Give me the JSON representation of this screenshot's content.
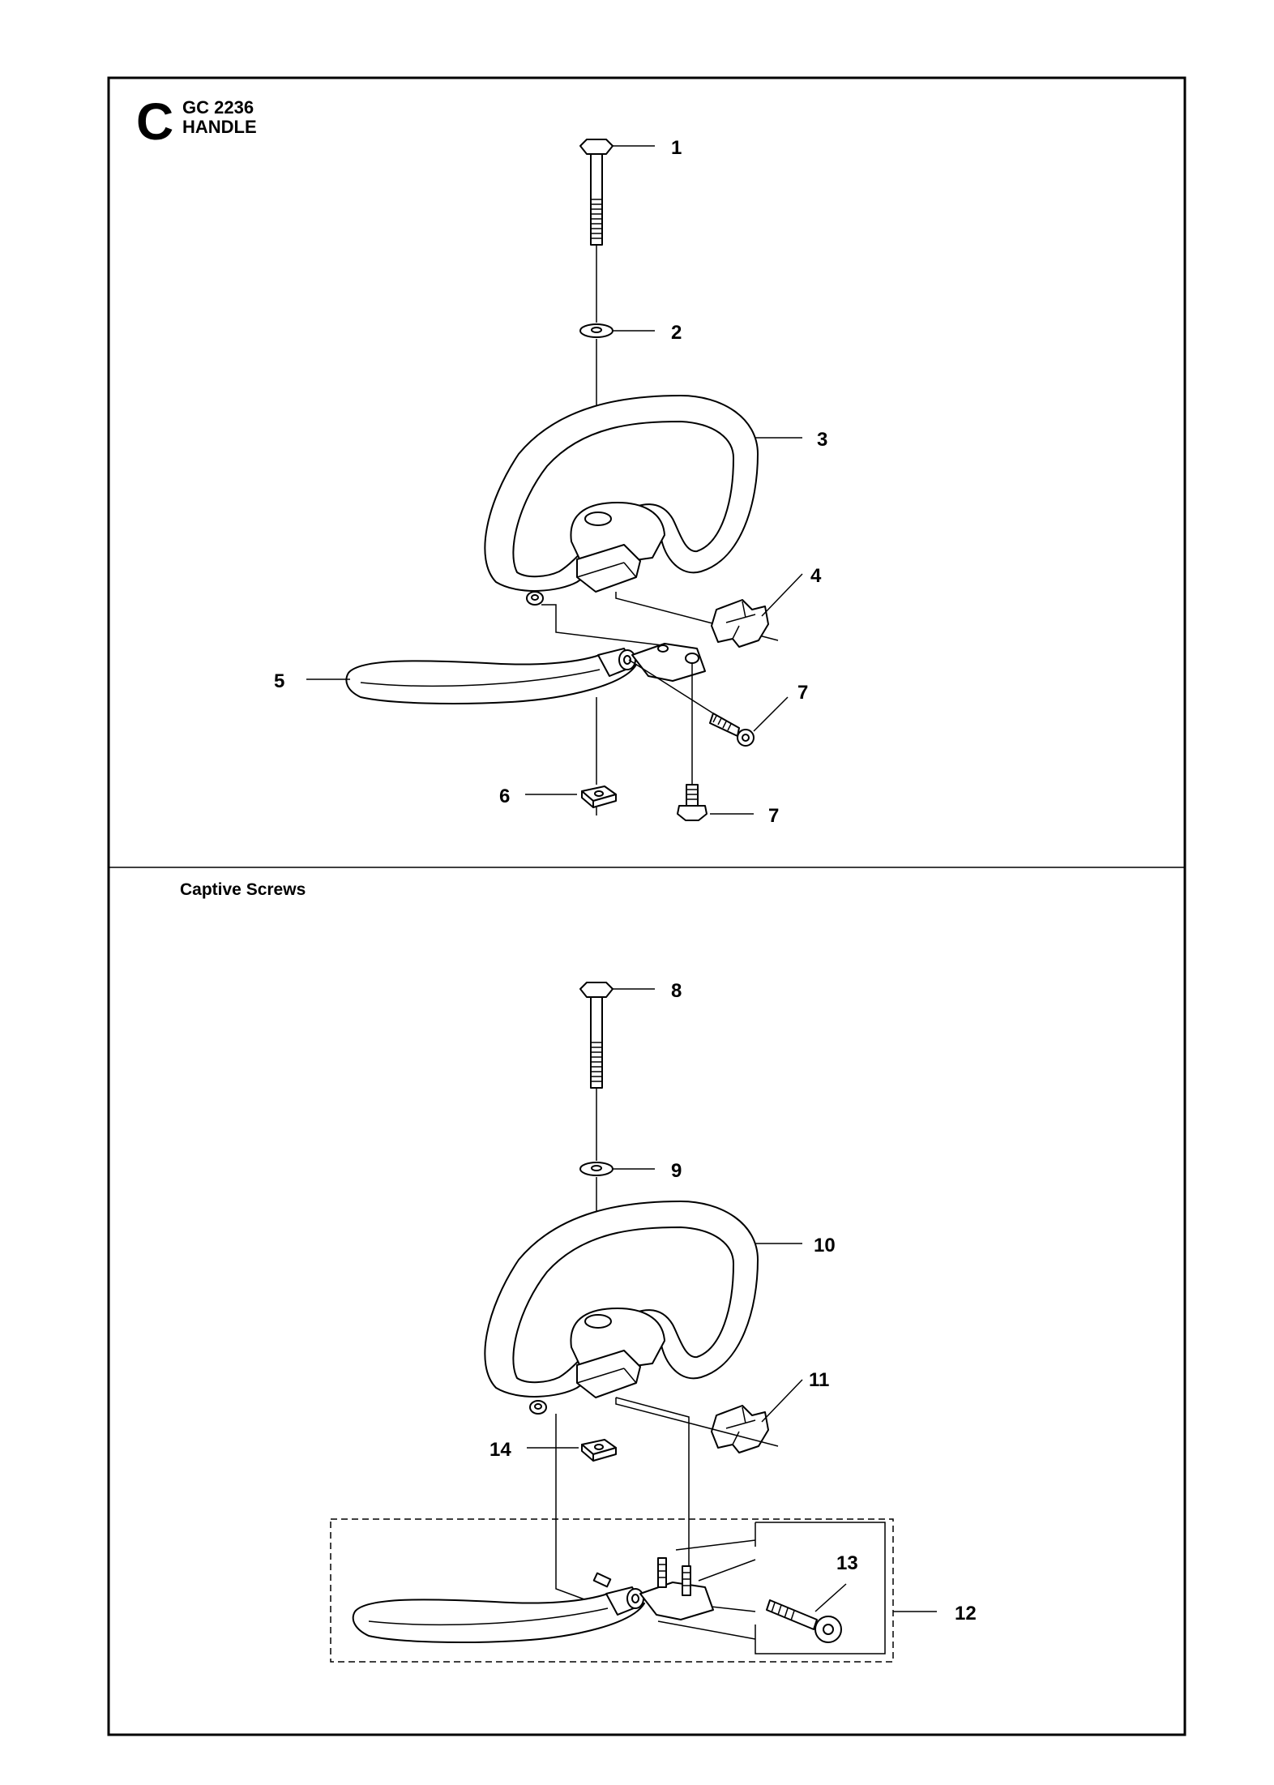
{
  "header": {
    "section_letter": "C",
    "model": "GC 2236",
    "title": "HANDLE"
  },
  "lower_section": {
    "title": "Captive Screws"
  },
  "callouts": {
    "c1": "1",
    "c2": "2",
    "c3": "3",
    "c4": "4",
    "c5": "5",
    "c6": "6",
    "c7a": "7",
    "c7b": "7",
    "c8": "8",
    "c9": "9",
    "c10": "10",
    "c11": "11",
    "c12": "12",
    "c13": "13",
    "c14": "14"
  },
  "icons": {
    "bolt": "hex-bolt-icon",
    "washer": "washer-icon",
    "handle": "loop-handle-icon",
    "clamp": "clamp-block-icon"
  }
}
